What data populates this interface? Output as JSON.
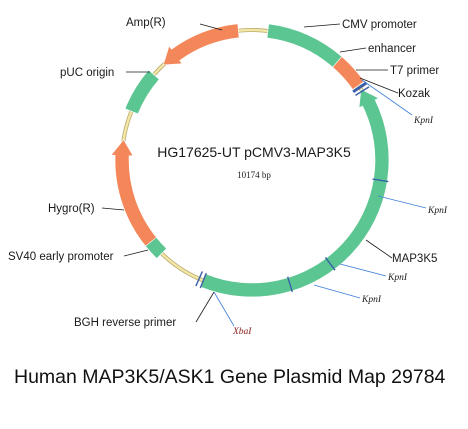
{
  "plasmid": {
    "name": "HG17625-UT pCMV3-MAP3K5",
    "size": "10174 bp"
  },
  "features": [
    {
      "id": "amp",
      "label": "Amp(R)",
      "color": "#f4875a"
    },
    {
      "id": "cmv",
      "label": "CMV promoter",
      "color": "#5cc692"
    },
    {
      "id": "enhancer",
      "label": "enhancer",
      "color": "#f4875a"
    },
    {
      "id": "t7",
      "label": "T7 primer",
      "color": "#3a5fa8"
    },
    {
      "id": "kozak",
      "label": "Kozak",
      "color": "#3a5fa8"
    },
    {
      "id": "puc",
      "label": "pUC origin",
      "color": "#5cc692"
    },
    {
      "id": "hygro",
      "label": "Hygro(R)",
      "color": "#f4875a"
    },
    {
      "id": "sv40",
      "label": "SV40 early promoter",
      "color": "#5cc692"
    },
    {
      "id": "map3k5",
      "label": "MAP3K5",
      "color": "#5cc692"
    },
    {
      "id": "bgh",
      "label": "BGH reverse primer",
      "color": "#3a5fa8"
    }
  ],
  "sites": [
    {
      "id": "kpn1",
      "label": "KpnI"
    },
    {
      "id": "kpn2",
      "label": "KpnI"
    },
    {
      "id": "kpn3",
      "label": "KpnI"
    },
    {
      "id": "kpn4",
      "label": "KpnI"
    },
    {
      "id": "xba",
      "label": "XbaI"
    }
  ],
  "caption": "Human MAP3K5/ASK1 Gene Plasmid Map 29784",
  "colors": {
    "backbone": "#f3e7a8",
    "backbone_edge": "#b8ab6c",
    "site_line": "#3b7dd8",
    "label_line": "#1a1a1a"
  }
}
